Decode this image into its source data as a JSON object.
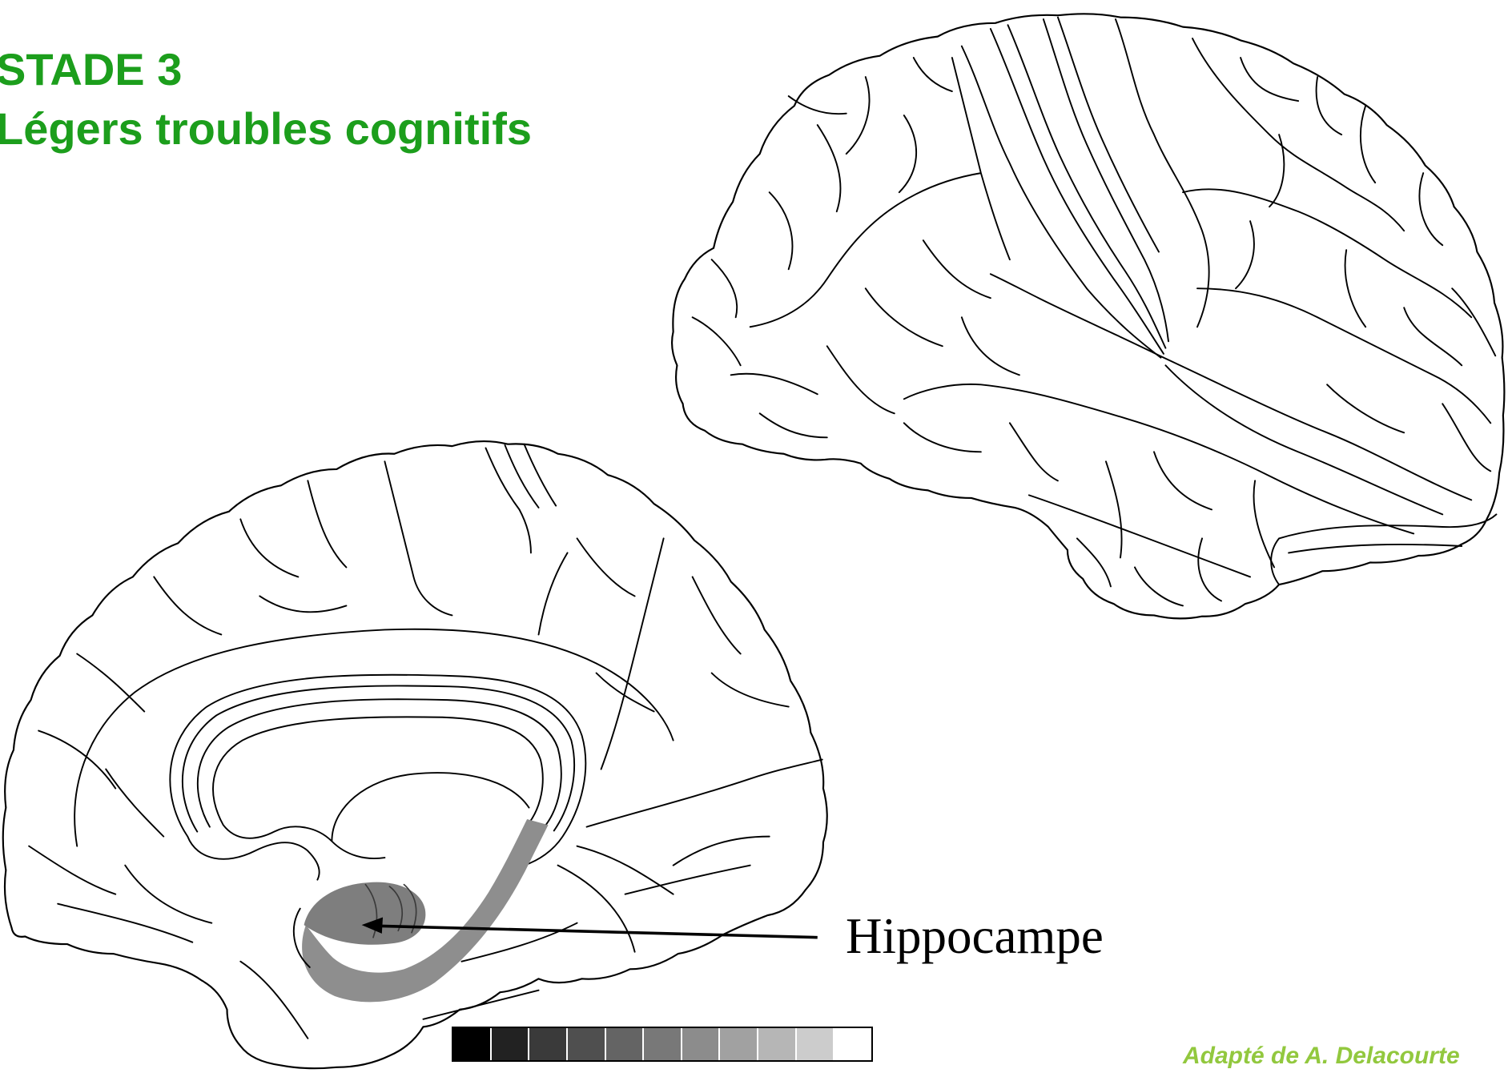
{
  "slide": {
    "stage_title": "STADE 3",
    "stage_subtitle": "Légers troubles cognitifs"
  },
  "figure": {
    "hippocampus_label": "Hippocampe",
    "credit": "Adapté de A. Delacourte"
  },
  "colorbar": {
    "swatches": [
      "#000000",
      "#222222",
      "#3a3a3a",
      "#4f4f4f",
      "#646464",
      "#787878",
      "#8c8c8c",
      "#a1a1a1",
      "#b6b6b6",
      "#cccccc",
      "#ffffff"
    ]
  },
  "colors": {
    "title": "#1c9e1c",
    "credit": "#92c83e",
    "hippocampus_region": "#8e8e8e",
    "hippocampus_head": "#7e7e7e"
  }
}
